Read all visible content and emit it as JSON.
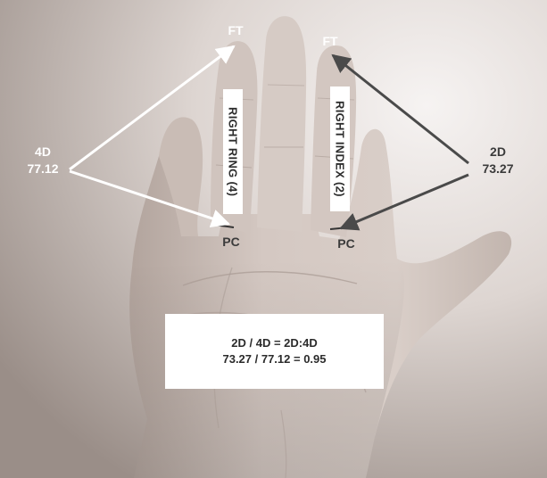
{
  "labels": {
    "ring_tip": "FT",
    "index_tip": "FT",
    "ring_base": "PC",
    "index_base": "PC",
    "ring_name": "4D",
    "ring_value": "77.12",
    "index_name": "2D",
    "index_value": "73.27",
    "ring_finger": "RIGHT RING (4)",
    "index_finger": "RIGHT INDEX (2)"
  },
  "formula": {
    "line1": "2D / 4D = 2D:4D",
    "line2": "73.27 / 77.12 = 0.95"
  },
  "colors": {
    "arrow_white": "#ffffff",
    "arrow_dark": "#4a4a4a",
    "skin": "#cfc2bc",
    "background_light": "#f4f1f0",
    "background_dark": "#9c908a"
  },
  "image": {
    "subject": "right hand, palm facing viewer"
  }
}
